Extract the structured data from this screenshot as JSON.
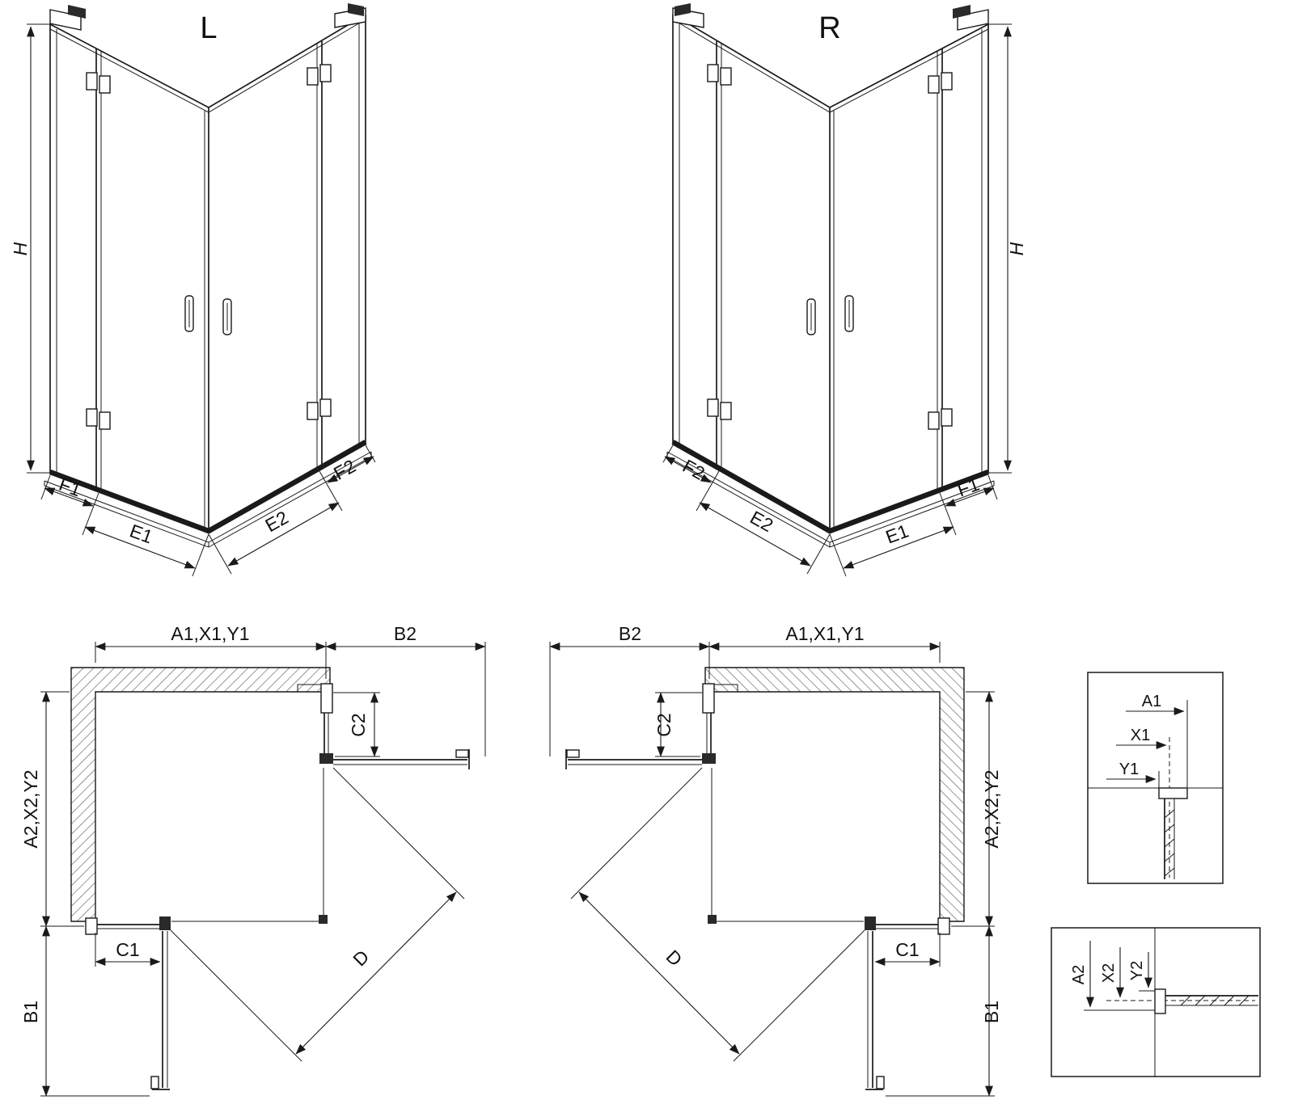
{
  "figure": {
    "view_3d_left": {
      "title": "L",
      "dims": {
        "h": "H",
        "f1": "F1",
        "e1": "E1",
        "e2": "E2",
        "f2": "F2"
      }
    },
    "view_3d_right": {
      "title": "R",
      "dims": {
        "h": "H",
        "f1": "F1",
        "e1": "E1",
        "e2": "E2",
        "f2": "F2"
      }
    },
    "plan_left": {
      "dims": {
        "width_top": "A1,X1,Y1",
        "b2": "B2",
        "c2": "C2",
        "depth_side": "A2,X2,Y2",
        "c1": "C1",
        "b1": "B1",
        "d": "D"
      }
    },
    "plan_right": {
      "dims": {
        "width_top": "A1,X1,Y1",
        "b2": "B2",
        "c2": "C2",
        "depth_side": "A2,X2,Y2",
        "c1": "C1",
        "b1": "B1",
        "d": "D"
      }
    },
    "detail_top": {
      "dims": {
        "a1": "A1",
        "x1": "X1",
        "y1": "Y1"
      }
    },
    "detail_bottom": {
      "dims": {
        "a2": "A2",
        "x2": "X2",
        "y2": "Y2"
      }
    }
  },
  "colors": {
    "line": "#1a1a1a",
    "background": "#ffffff",
    "wall_hatch": "#555555"
  }
}
